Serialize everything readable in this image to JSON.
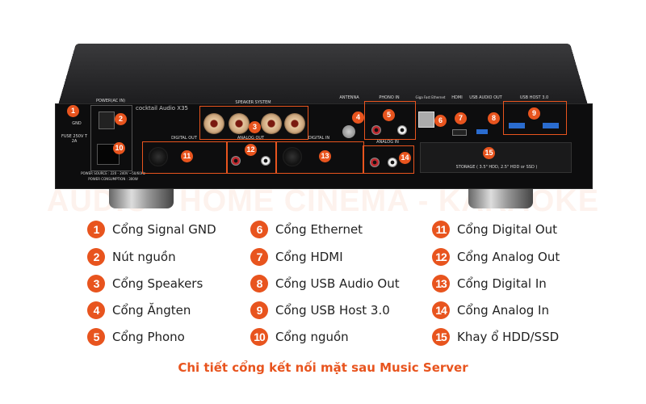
{
  "watermark": "AUDIO - HOME CINEMA - KARAOKE",
  "device": {
    "brand": "cocktail Audio X35",
    "panel_labels": {
      "power": "POWER(AC IN)",
      "speaker": "SPEAKER SYSTEM",
      "antenna": "ANTENNA",
      "phono": "PHONO IN",
      "ethernet": "Giga Fast Ethernet",
      "hdmi": "HDMI",
      "usb_audio_out": "USB AUDIO OUT",
      "usb_host": "USB HOST 3.0",
      "digital_out": "DIGITAL OUT",
      "analog_out": "ANALOG OUT",
      "digital_in": "DIGITAL IN",
      "analog_in": "ANALOG IN",
      "fuse": "FUSE 250V T 2A",
      "gnd": "GND",
      "storage": "STORAGE ( 3.5\" HDD, 2.5\" HDD or SSD )",
      "power_source": "POWER SOURCE : 220 - 240V ~50/60Hz",
      "power_consumption": "POWER CONSUMPTION : 300W"
    }
  },
  "legend": [
    {
      "num": "1",
      "label": "Cổng Signal GND"
    },
    {
      "num": "2",
      "label": "Nút nguồn"
    },
    {
      "num": "3",
      "label": "Cổng Speakers"
    },
    {
      "num": "4",
      "label": "Cổng Ăngten"
    },
    {
      "num": "5",
      "label": "Cổng Phono"
    },
    {
      "num": "6",
      "label": "Cổng Ethernet"
    },
    {
      "num": "7",
      "label": "Cổng HDMI"
    },
    {
      "num": "8",
      "label": "Cổng USB Audio Out"
    },
    {
      "num": "9",
      "label": "Cổng USB Host 3.0"
    },
    {
      "num": "10",
      "label": "Cổng nguồn"
    },
    {
      "num": "11",
      "label": "Cổng Digital Out"
    },
    {
      "num": "12",
      "label": "Cổng Analog Out"
    },
    {
      "num": "13",
      "label": "Cổng Digital In"
    },
    {
      "num": "14",
      "label": "Cổng Analog In"
    },
    {
      "num": "15",
      "label": "Khay ổ HDD/SSD"
    }
  ],
  "caption": "Chi tiết cổng kết nối mặt sau Music Server",
  "colors": {
    "accent": "#e8541e",
    "panel": "#0d0d0e"
  }
}
